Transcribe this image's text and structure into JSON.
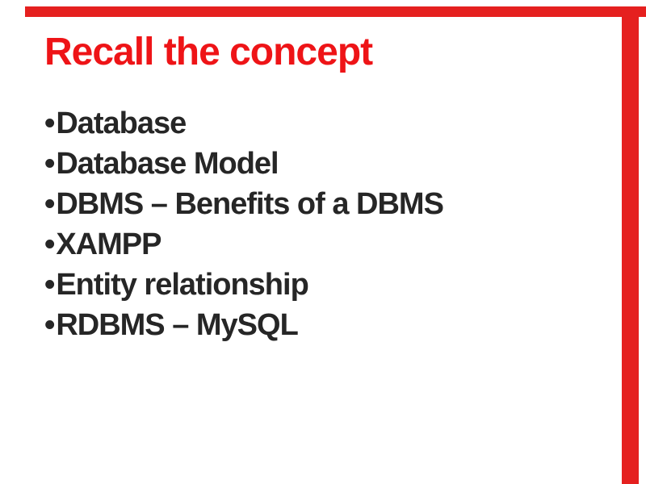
{
  "slide": {
    "title": "Recall the concept",
    "bullet_marker": "•",
    "bullets": [
      "Database",
      "Database Model",
      "DBMS – Benefits of a DBMS",
      "XAMPP",
      "Entity relationship",
      "RDBMS – MySQL"
    ],
    "colors": {
      "accent_red": "#e5201f",
      "title_red": "#ee1417",
      "text": "#262626",
      "background": "#ffffff"
    }
  }
}
